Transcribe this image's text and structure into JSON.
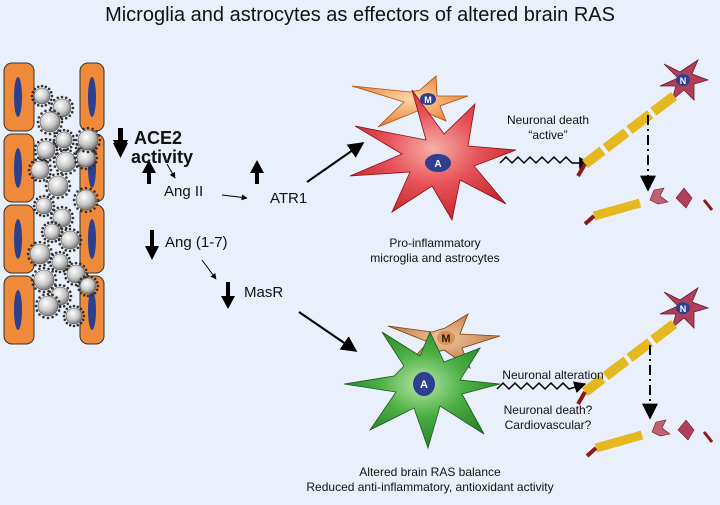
{
  "title": "Microglia and astrocytes as effectors of altered brain RAS",
  "labels": {
    "ace2_line1": "ACE2",
    "ace2_line2": "activity",
    "ang2": "Ang II",
    "atr1": "ATR1",
    "ang17": "Ang (1-7)",
    "masr": "MasR",
    "cell_m": "M",
    "cell_a": "A",
    "cell_n": "N"
  },
  "top_branch": {
    "caption_line1": "Pro-inflammatory",
    "caption_line2": "microglia and astrocytes",
    "effect_line1": "Neuronal death",
    "effect_line2": "“active”"
  },
  "bottom_branch": {
    "caption_line1": "Altered brain RAS balance",
    "caption_line2": "Reduced anti-inflammatory, antioxidant activity",
    "effect_line1": "Neuronal alteration",
    "effect_line2": "Neuronal death?",
    "effect_line3": "Cardiovascular?"
  },
  "colors": {
    "background": "#e9f0fb",
    "endothelial_cell": "#ee8a3a",
    "nucleus": "#2f3f8f",
    "proinflammatory_astrocyte": "#e03a40",
    "microglia": "#f08a3a",
    "altered_astrocyte": "#3a9a3a",
    "altered_microglia": "#c97a44",
    "axon": "#e6b820",
    "neuron_body": "#b0405a"
  }
}
